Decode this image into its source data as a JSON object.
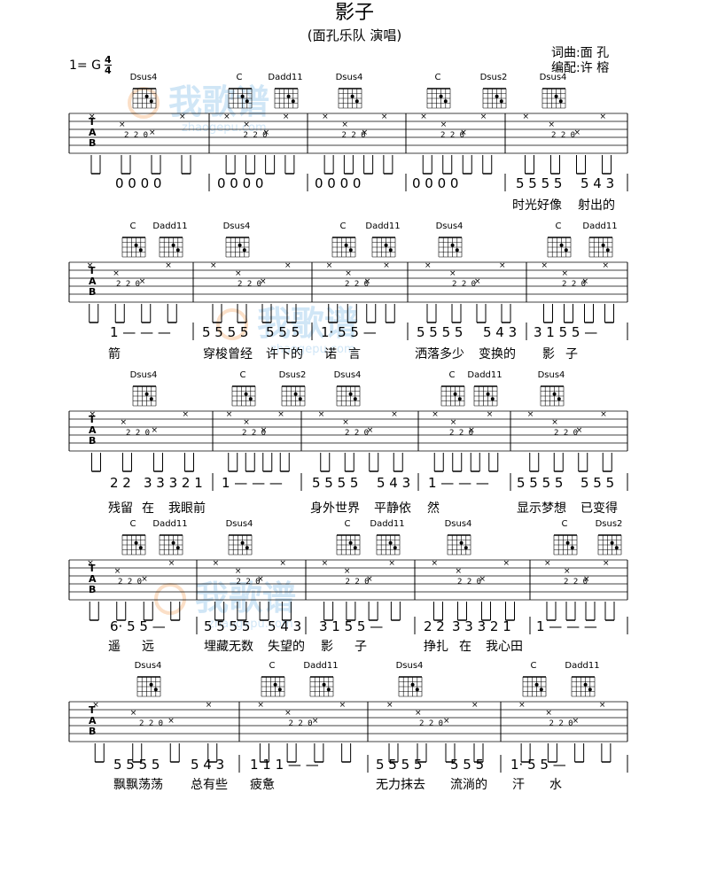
{
  "header": {
    "title": "影子",
    "subtitle": "(面孔乐队 演唱)",
    "credit_lyrics": "词曲:面  孔",
    "credit_arrange": "编配:许  榕",
    "key": "1= G",
    "time_top": "4",
    "time_bottom": "4"
  },
  "watermark": {
    "brand": "我歌谱",
    "url": "zhaogepu.com"
  },
  "systems": [
    {
      "chords": [
        [
          "Dsus4",
          150
        ],
        [
          "C",
          258
        ],
        [
          "Dadd11",
          310
        ],
        [
          "Dsus4",
          382
        ],
        [
          "C",
          482
        ],
        [
          "Dsus2",
          545
        ],
        [
          "Dsus4",
          612
        ]
      ],
      "notation": [
        [
          "0 0 0 0",
          130
        ],
        [
          "0 0 0 0",
          245
        ],
        [
          "0 0 0 0",
          355
        ],
        [
          "0 0 0 0",
          465
        ],
        [
          "5 5 5 5",
          582
        ],
        [
          "5 4 3",
          655
        ]
      ],
      "lyrics": [
        [
          "时光好像",
          578
        ],
        [
          "射出的",
          652
        ]
      ]
    },
    {
      "chords": [
        [
          "C",
          138
        ],
        [
          "Dadd11",
          180
        ],
        [
          "Dsus4",
          255
        ],
        [
          "C",
          375
        ],
        [
          "Dadd11",
          420
        ],
        [
          "Dsus4",
          495
        ],
        [
          "C",
          618
        ],
        [
          "Dadd11",
          665
        ]
      ],
      "notation": [
        [
          "1 — — —",
          124
        ],
        [
          "5 5 5 5",
          228
        ],
        [
          "5 5 5",
          300
        ],
        [
          "1· 5 5 —",
          362
        ],
        [
          "5 5 5 5",
          470
        ],
        [
          "5 4 3",
          545
        ],
        [
          "3 1 5 5 —",
          602
        ]
      ],
      "lyrics": [
        [
          "箭",
          122
        ],
        [
          "穿梭曾经",
          229
        ],
        [
          "许下的",
          300
        ],
        [
          "诺",
          366
        ],
        [
          "言",
          393
        ],
        [
          "洒落多少",
          468
        ],
        [
          "变换的",
          540
        ],
        [
          "影",
          612
        ],
        [
          "子",
          638
        ]
      ]
    },
    {
      "chords": [
        [
          "Dsus4",
          150
        ],
        [
          "C",
          262
        ],
        [
          "Dsus2",
          318
        ],
        [
          "Dsus4",
          380
        ],
        [
          "C",
          498
        ],
        [
          "Dadd11",
          535
        ],
        [
          "Dsus4",
          610
        ]
      ],
      "notation": [
        [
          "2 2",
          124
        ],
        [
          "3 3 3 2 1",
          162
        ],
        [
          "1 — — —",
          250
        ],
        [
          "5 5 5 5",
          352
        ],
        [
          "5 4 3",
          425
        ],
        [
          "1 — — —",
          483
        ],
        [
          "5 5 5 5",
          583
        ],
        [
          "5 5 5",
          655
        ]
      ],
      "lyrics": [
        [
          "残留",
          122
        ],
        [
          "在",
          160
        ],
        [
          "我眼前",
          190
        ],
        [
          "身外世界",
          350
        ],
        [
          "平静依",
          422
        ],
        [
          "然",
          482
        ],
        [
          "显示梦想",
          583
        ],
        [
          "已变得",
          655
        ]
      ]
    },
    {
      "chords": [
        [
          "C",
          138
        ],
        [
          "Dadd11",
          180
        ],
        [
          "Dsus4",
          258
        ],
        [
          "C",
          380
        ],
        [
          "Dadd11",
          425
        ],
        [
          "Dsus4",
          505
        ],
        [
          "C",
          625
        ],
        [
          "Dsus2",
          675
        ]
      ],
      "notation": [
        [
          "6· 5 5 —",
          124
        ],
        [
          "5 5 5 5",
          230
        ],
        [
          "5 4 3",
          302
        ],
        [
          "3 1 5 5 —",
          360
        ],
        [
          "2 2",
          478
        ],
        [
          "3 3 3 2 1",
          510
        ],
        [
          "1 — — —",
          605
        ]
      ],
      "lyrics": [
        [
          "遥",
          122
        ],
        [
          "远",
          160
        ],
        [
          "埋藏无数",
          230
        ],
        [
          "失望的",
          302
        ],
        [
          "影",
          362
        ],
        [
          "子",
          400
        ],
        [
          "挣扎",
          478
        ],
        [
          "在",
          518
        ],
        [
          "我心田",
          548
        ]
      ]
    },
    {
      "chords": [
        [
          "Dsus4",
          155
        ],
        [
          "C",
          295
        ],
        [
          "Dadd11",
          350
        ],
        [
          "Dsus4",
          450
        ],
        [
          "C",
          590
        ],
        [
          "Dadd11",
          645
        ]
      ],
      "notation": [
        [
          "5 5 5 5",
          128
        ],
        [
          "5 4 3",
          215
        ],
        [
          "1 1 1 — —",
          282
        ],
        [
          "5 5 5 5",
          424
        ],
        [
          "5 5 5",
          508
        ],
        [
          "1· 5 5 —",
          576
        ]
      ],
      "lyrics": [
        [
          "飘飘荡荡",
          128
        ],
        [
          "总有些",
          215
        ],
        [
          "疲惫",
          282
        ],
        [
          "无力抹去",
          424
        ],
        [
          "流淌的",
          508
        ],
        [
          "汗",
          578
        ],
        [
          "水",
          620
        ]
      ]
    }
  ]
}
